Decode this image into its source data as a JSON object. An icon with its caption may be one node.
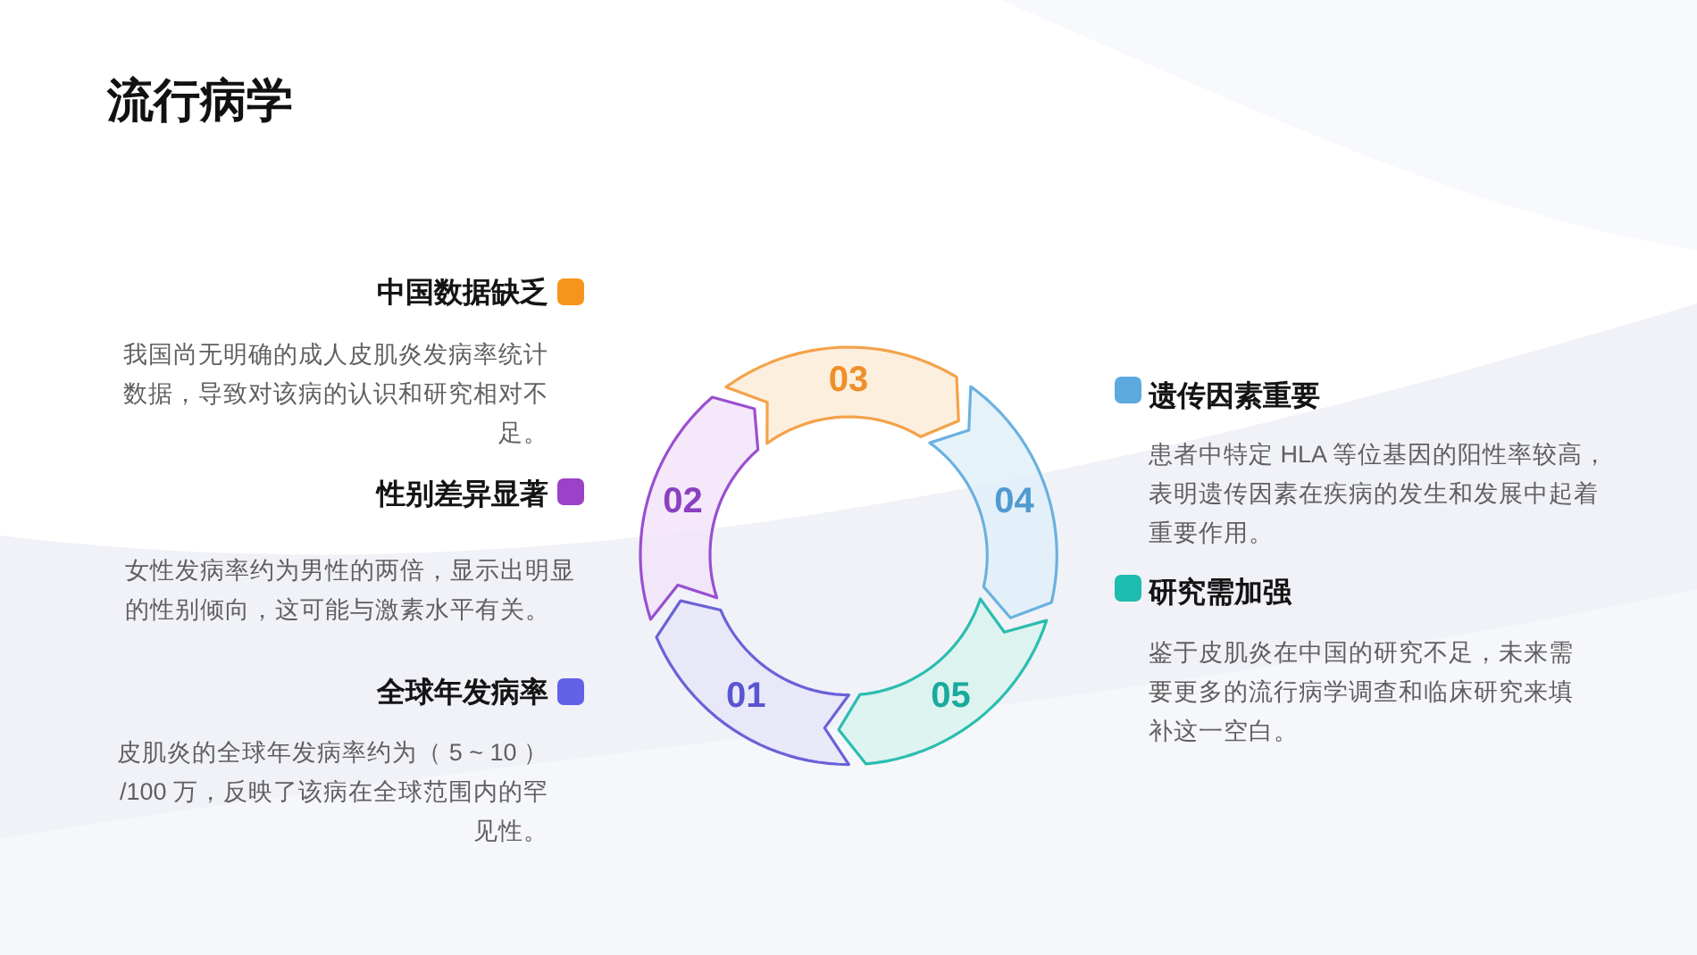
{
  "diagram": {
    "title": "流行病学",
    "nodes": [
      {
        "text": [
          "01"
        ]
      },
      {
        "text": [
          "02"
        ]
      },
      {
        "text": [
          "03"
        ]
      },
      {
        "text": [
          "04"
        ]
      },
      {
        "text": [
          "05"
        ]
      }
    ],
    "labels": [
      "中国数据缺乏",
      "我国尚无明确的成人皮肌炎发病率统计数据，导致对该病的认识和研究相对不足。",
      "性别差异显著",
      "女性发病率约为男性的两倍，显示出明显的性别倾向，这可能与激素水平有关。",
      "全球年发病率",
      "皮肌炎的全球年发病率约为（ 5 ~ 10 ）/100 万，反映了该病在全球范围内的罕见性。",
      "遗传因素重要",
      "患者中特定 HLA 等位基因的阳性率较高，表明遗传因素在疾病的发生和发展中起着重要作用。",
      "研究需加强",
      "鉴于皮肌炎在中国的研究不足，未来需要更多的流行病学调查和临床研究来填补这一空白。"
    ]
  }
}
